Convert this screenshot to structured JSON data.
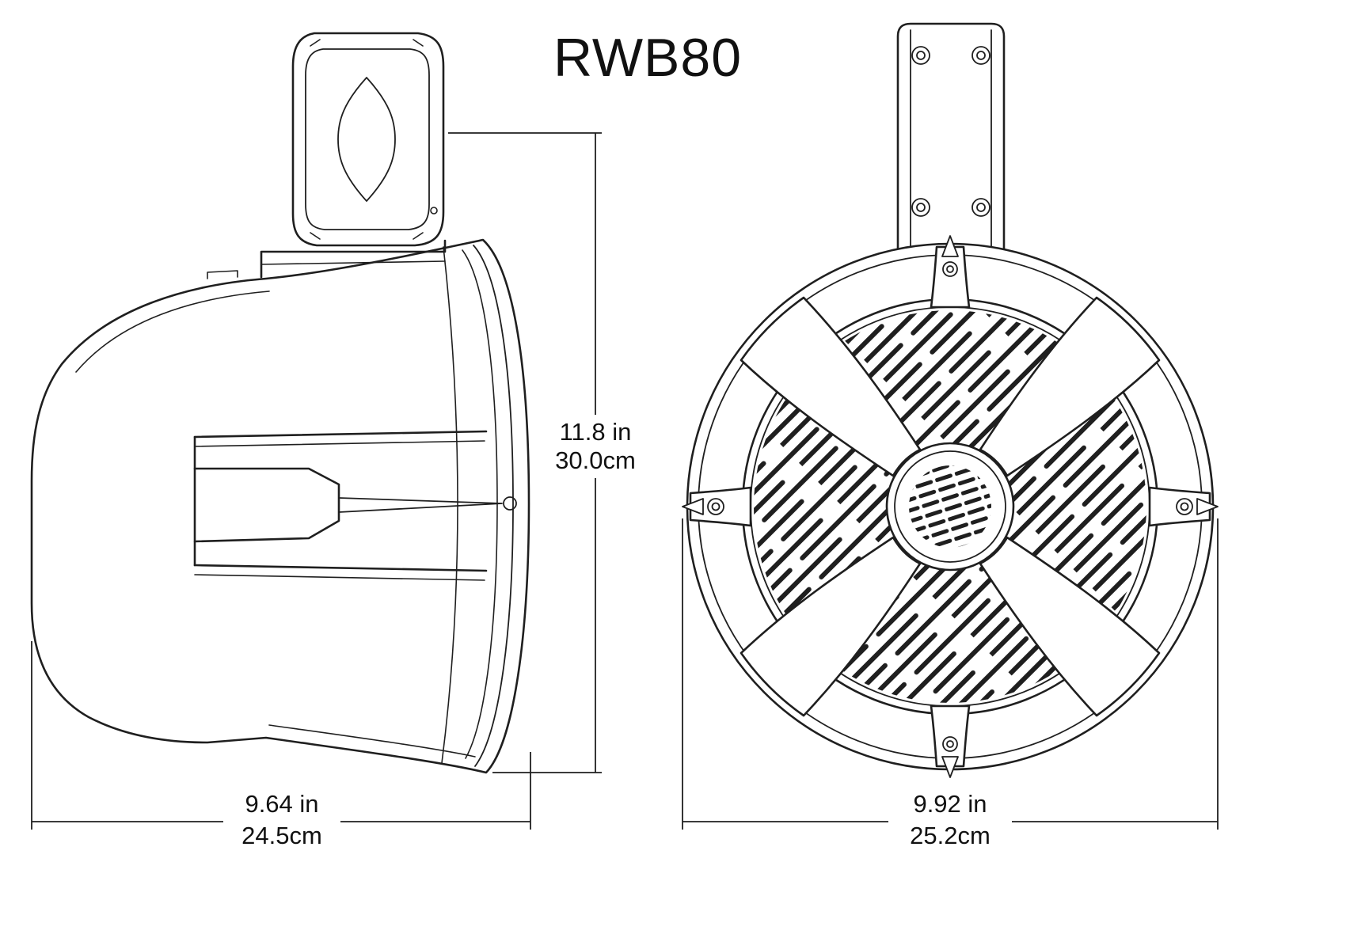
{
  "title": "RWB80",
  "dimensions": {
    "side_height": {
      "inches": "11.8 in",
      "centimeters": "30.0cm"
    },
    "side_width": {
      "inches": "9.64 in",
      "centimeters": "24.5cm"
    },
    "front_width": {
      "inches": "9.92 in",
      "centimeters": "25.2cm"
    }
  },
  "colors": {
    "line": "#1f1f1f",
    "background": "#ffffff",
    "text": "#111111"
  }
}
